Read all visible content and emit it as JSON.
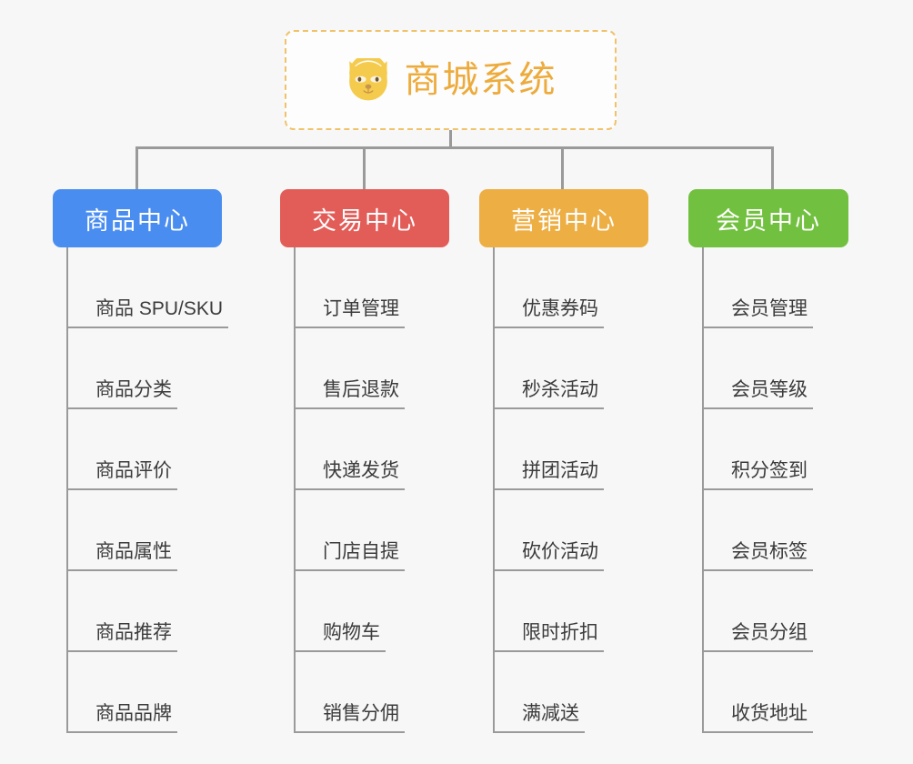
{
  "root": {
    "title": "商城系统",
    "icon": "dog-face-icon",
    "border_color": "#f0c269",
    "text_color": "#edab3c"
  },
  "columns": [
    {
      "category": "商品中心",
      "color": "#4a8df0",
      "items": [
        "商品 SPU/SKU",
        "商品分类",
        "商品评价",
        "商品属性",
        "商品推荐",
        "商品品牌"
      ]
    },
    {
      "category": "交易中心",
      "color": "#e35d58",
      "items": [
        "订单管理",
        "售后退款",
        "快递发货",
        "门店自提",
        "购物车",
        "销售分佣"
      ]
    },
    {
      "category": "营销中心",
      "color": "#edae43",
      "items": [
        "优惠券码",
        "秒杀活动",
        "拼团活动",
        "砍价活动",
        "限时折扣",
        "满减送"
      ]
    },
    {
      "category": "会员中心",
      "color": "#72c040",
      "items": [
        "会员管理",
        "会员等级",
        "积分签到",
        "会员标签",
        "会员分组",
        "收货地址"
      ]
    }
  ]
}
